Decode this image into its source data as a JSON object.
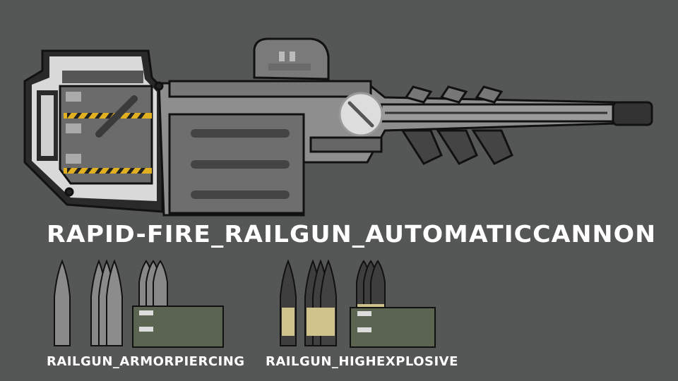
{
  "weapon": {
    "title": "RAPID-FIRE_RAILGUN_AUTOMATICCANNON"
  },
  "ammo": [
    {
      "label": "RAILGUN_ARMORPIERCING"
    },
    {
      "label": "RAILGUN_HIGHEXPLOSIVE"
    }
  ],
  "colors": {
    "background": "#555656",
    "box": "#5a6450",
    "he_band": "#cfc28a",
    "accent_green": "#6fbf4a"
  }
}
